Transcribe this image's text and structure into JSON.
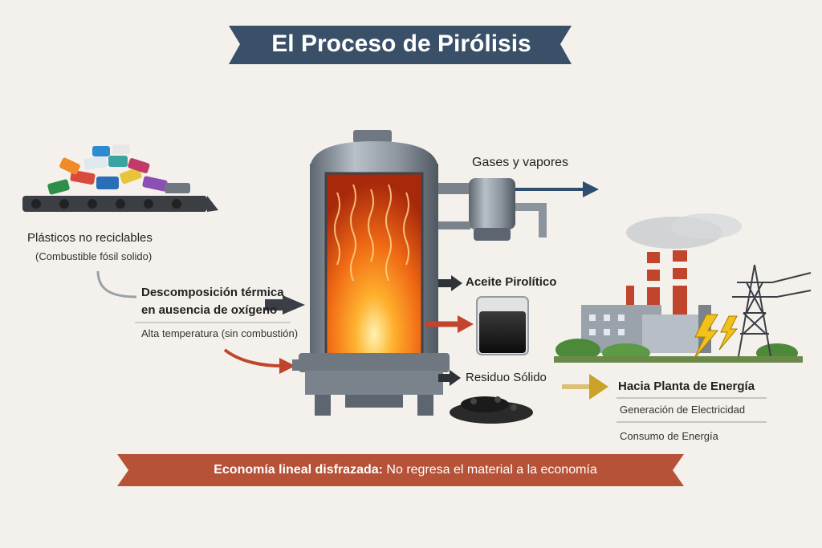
{
  "title": "El Proceso de Pirólisis",
  "input": {
    "label": "Plásticos no reciclables",
    "sublabel": "(Combustible fósil solido)"
  },
  "process": {
    "label_line1": "Descomposición térmica",
    "label_line2": "en ausencia de oxígeno",
    "sublabel": "Alta temperatura (sin combustión)"
  },
  "outputs": {
    "gas": "Gases y vapores",
    "oil": "Aceite Pirolítico",
    "solid": "Residuo Sólido"
  },
  "destination": {
    "label": "Hacia Planta de Energía",
    "items": [
      "Generación de Electricidad",
      "Consumo de Energía"
    ]
  },
  "banner": {
    "bold": "Economía lineal disfrazada:",
    "rest": " No regresa el material a la economía"
  },
  "colors": {
    "title_bg": "#3a5068",
    "banner_bg": "#b65238",
    "arrow_blue": "#2f4d6e",
    "arrow_red": "#c0452c",
    "arrow_gold": "#c9a227",
    "flame": "#f07a18"
  }
}
